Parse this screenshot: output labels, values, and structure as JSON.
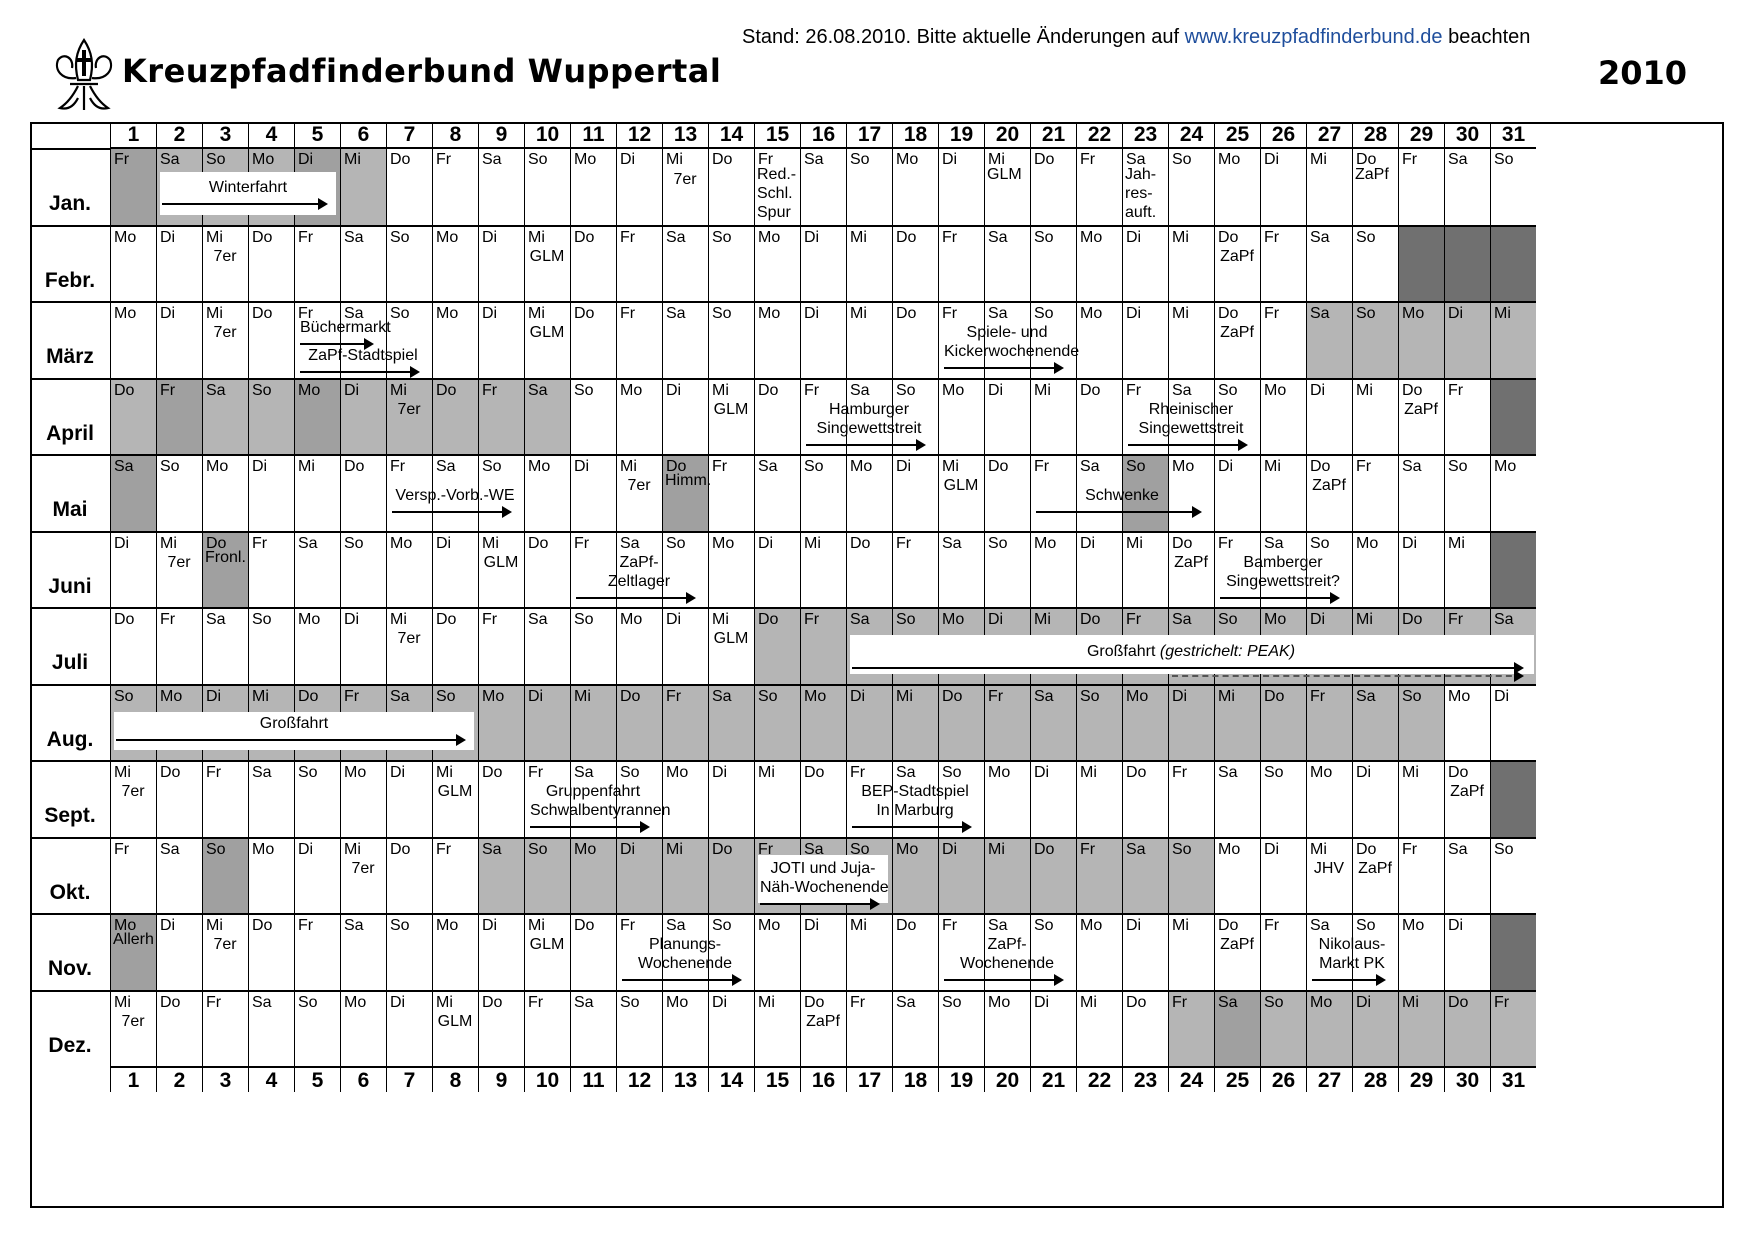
{
  "header": {
    "stand_prefix": "Stand: 26.08.2010. Bitte aktuelle Änderungen auf ",
    "stand_link": "www.kreuzpfadfinderbund.de",
    "stand_suffix": " beachten",
    "title": "Kreuzpfadfinderbund Wuppertal",
    "year": "2010"
  },
  "colors": {
    "weekend": "#b5b5b5",
    "holiday": "#a0a0a0",
    "empty": "#707070",
    "link": "#1f4e9c"
  },
  "days": [
    "1",
    "2",
    "3",
    "4",
    "5",
    "6",
    "7",
    "8",
    "9",
    "10",
    "11",
    "12",
    "13",
    "14",
    "15",
    "16",
    "17",
    "18",
    "19",
    "20",
    "21",
    "22",
    "23",
    "24",
    "25",
    "26",
    "27",
    "28",
    "29",
    "30",
    "31"
  ],
  "months": [
    {
      "name": "Jan.",
      "start": 5,
      "len": 31,
      "dark": [
        1,
        5
      ],
      "light": [
        2,
        3,
        4,
        6
      ]
    },
    {
      "name": "Febr.",
      "start": 1,
      "len": 28,
      "dark": [],
      "light": []
    },
    {
      "name": "März",
      "start": 1,
      "len": 31,
      "dark": [],
      "light": [
        27,
        28,
        29,
        30,
        31
      ]
    },
    {
      "name": "April",
      "start": 4,
      "len": 30,
      "dark": [
        2,
        5
      ],
      "light": [
        1,
        3,
        4,
        6,
        7,
        8,
        9,
        10
      ]
    },
    {
      "name": "Mai",
      "start": 6,
      "len": 31,
      "dark": [
        1,
        13,
        23
      ],
      "light": []
    },
    {
      "name": "Juni",
      "start": 2,
      "len": 30,
      "dark": [
        3
      ],
      "light": []
    },
    {
      "name": "Juli",
      "start": 4,
      "len": 31,
      "dark": [],
      "light": [
        15,
        16,
        17,
        18,
        19,
        20,
        21,
        22,
        23,
        24,
        25,
        26,
        27,
        28,
        29,
        30,
        31
      ]
    },
    {
      "name": "Aug.",
      "start": 0,
      "len": 31,
      "dark": [],
      "light": [
        1,
        2,
        3,
        4,
        5,
        6,
        7,
        8,
        9,
        10,
        11,
        12,
        13,
        14,
        15,
        16,
        17,
        18,
        19,
        20,
        21,
        22,
        23,
        24,
        25,
        26,
        27,
        28,
        29
      ]
    },
    {
      "name": "Sept.",
      "start": 3,
      "len": 30,
      "dark": [],
      "light": []
    },
    {
      "name": "Okt.",
      "start": 5,
      "len": 31,
      "dark": [
        3
      ],
      "light": [
        9,
        10,
        11,
        12,
        13,
        14,
        15,
        16,
        17,
        18,
        19,
        20,
        21,
        22,
        23,
        24
      ]
    },
    {
      "name": "Nov.",
      "start": 1,
      "len": 30,
      "dark": [
        1
      ],
      "light": []
    },
    {
      "name": "Dez.",
      "start": 3,
      "len": 31,
      "dark": [
        25
      ],
      "light": [
        24,
        26,
        27,
        28,
        29,
        30,
        31
      ]
    }
  ],
  "weekdays": [
    "So",
    "Mo",
    "Di",
    "Mi",
    "Do",
    "Fr",
    "Sa"
  ],
  "day_notes": [
    {
      "m": 0,
      "d": 13,
      "text": "7er"
    },
    {
      "m": 0,
      "d": 15,
      "text": "Red.-\nSchl.\nSpur",
      "inline": true
    },
    {
      "m": 0,
      "d": 20,
      "text": "GLM",
      "inline": true
    },
    {
      "m": 0,
      "d": 23,
      "text": "Jah-\nres-\nauft.",
      "inline": true
    },
    {
      "m": 0,
      "d": 28,
      "text": "ZaPf",
      "inline": true
    },
    {
      "m": 1,
      "d": 3,
      "text": "7er"
    },
    {
      "m": 1,
      "d": 10,
      "text": "GLM"
    },
    {
      "m": 1,
      "d": 25,
      "text": "ZaPf"
    },
    {
      "m": 2,
      "d": 3,
      "text": "7er"
    },
    {
      "m": 2,
      "d": 10,
      "text": "GLM"
    },
    {
      "m": 2,
      "d": 25,
      "text": "ZaPf"
    },
    {
      "m": 3,
      "d": 7,
      "text": "7er"
    },
    {
      "m": 3,
      "d": 14,
      "text": "GLM"
    },
    {
      "m": 3,
      "d": 29,
      "text": "ZaPf"
    },
    {
      "m": 4,
      "d": 12,
      "text": "7er"
    },
    {
      "m": 4,
      "d": 13,
      "text": "Himm.",
      "inline": true
    },
    {
      "m": 4,
      "d": 19,
      "text": "GLM"
    },
    {
      "m": 4,
      "d": 27,
      "text": "ZaPf"
    },
    {
      "m": 5,
      "d": 2,
      "text": "7er"
    },
    {
      "m": 5,
      "d": 3,
      "text": "Fronl.",
      "inline": true
    },
    {
      "m": 5,
      "d": 9,
      "text": "GLM"
    },
    {
      "m": 5,
      "d": 24,
      "text": "ZaPf"
    },
    {
      "m": 6,
      "d": 7,
      "text": "7er"
    },
    {
      "m": 6,
      "d": 14,
      "text": "GLM"
    },
    {
      "m": 8,
      "d": 1,
      "text": "7er"
    },
    {
      "m": 8,
      "d": 8,
      "text": "GLM"
    },
    {
      "m": 8,
      "d": 30,
      "text": "ZaPf"
    },
    {
      "m": 9,
      "d": 6,
      "text": "7er"
    },
    {
      "m": 9,
      "d": 27,
      "text": "JHV"
    },
    {
      "m": 9,
      "d": 28,
      "text": "ZaPf"
    },
    {
      "m": 10,
      "d": 1,
      "text": "Allerh",
      "inline": true
    },
    {
      "m": 10,
      "d": 3,
      "text": "7er"
    },
    {
      "m": 10,
      "d": 10,
      "text": "GLM"
    },
    {
      "m": 10,
      "d": 25,
      "text": "ZaPf"
    },
    {
      "m": 11,
      "d": 1,
      "text": "7er"
    },
    {
      "m": 11,
      "d": 8,
      "text": "GLM"
    },
    {
      "m": 11,
      "d": 16,
      "text": "ZaPf"
    }
  ],
  "events": [
    {
      "m": 0,
      "from": 2,
      "to": 5,
      "label": "Winterfahrt",
      "box": true
    },
    {
      "m": 2,
      "from": 5,
      "to": 6,
      "label": "Büchermarkt",
      "row": "top"
    },
    {
      "m": 2,
      "from": 5,
      "to": 7,
      "label": "ZaPf-Stadtspiel",
      "row": "low"
    },
    {
      "m": 2,
      "from": 19,
      "to": 21,
      "label": "Spiele- und\nKickerwochenende"
    },
    {
      "m": 3,
      "from": 16,
      "to": 18,
      "label": "Hamburger\nSingewettstreit"
    },
    {
      "m": 3,
      "from": 23,
      "to": 25,
      "label": "Rheinischer\nSingewettstreit"
    },
    {
      "m": 4,
      "from": 7,
      "to": 9,
      "label": "Versp.-Vorb.-WE"
    },
    {
      "m": 4,
      "from": 21,
      "to": 24,
      "label": "Schwenke"
    },
    {
      "m": 5,
      "from": 11,
      "to": 13,
      "label": "ZaPf-\nZeltlager"
    },
    {
      "m": 5,
      "from": 25,
      "to": 27,
      "label": "Bamberger\nSingewettstreit?"
    },
    {
      "m": 6,
      "from": 17,
      "to": 31,
      "label": "Großfahrt",
      "label_italic": " (gestrichelt: PEAK)",
      "box": true,
      "peak_from": 24
    },
    {
      "m": 7,
      "from": 1,
      "to": 8,
      "label": "Großfahrt",
      "box": true
    },
    {
      "m": 8,
      "from": 10,
      "to": 12,
      "label": "Gruppenfahrt\nSchwalbentyrannen"
    },
    {
      "m": 8,
      "from": 17,
      "to": 19,
      "label": "BEP-Stadtspiel\nIn Marburg"
    },
    {
      "m": 9,
      "from": 15,
      "to": 17,
      "label": "JOTI und Juja-\nNäh-Wochenende",
      "box": true
    },
    {
      "m": 10,
      "from": 12,
      "to": 14,
      "label": "Planungs-\nWochenende"
    },
    {
      "m": 10,
      "from": 19,
      "to": 21,
      "label": "ZaPf-\nWochenende"
    },
    {
      "m": 10,
      "from": 27,
      "to": 28,
      "label": "Nikolaus-\nMarkt PK"
    }
  ]
}
